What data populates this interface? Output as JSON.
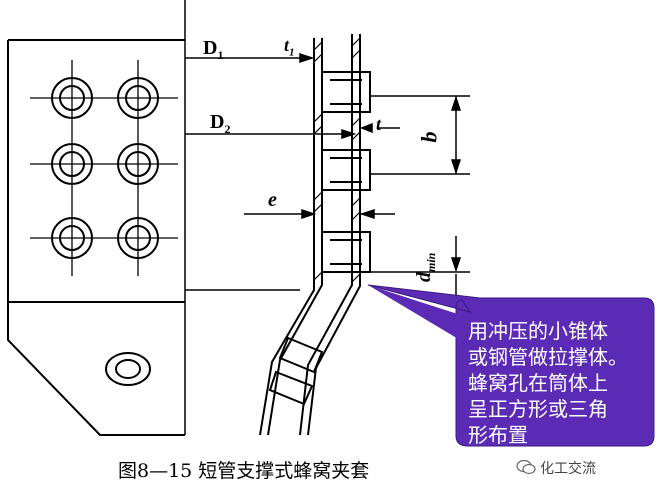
{
  "labels": {
    "d1": "D",
    "d1_sub": "1",
    "t1": "t",
    "t1_sub": "1",
    "d2": "D",
    "d2_sub": "2",
    "t": "t",
    "b": "b",
    "e": "e",
    "dmin": "d",
    "dmin_sub": "min"
  },
  "callout": {
    "lines": [
      "用冲压的小锥体",
      "或钢管做拉撑体。",
      "蜂窝孔在筒体上",
      "呈正方形或三角",
      "形布置"
    ],
    "fill": "#5b2bb5"
  },
  "caption": "图8—15   短管支撑式蜂窝夹套",
  "watermark": "化工交流"
}
